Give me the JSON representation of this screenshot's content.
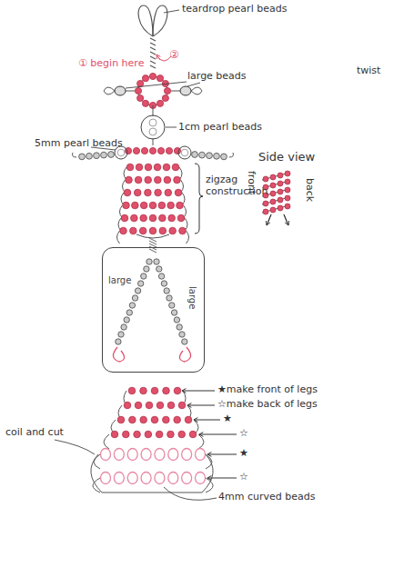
{
  "diagram": {
    "nodes": [
      {
        "text": [
          "large",
          "large"
        ]
      }
    ],
    "labels": [
      "teardrop pearl beads",
      "②",
      "① begin here",
      "large beads",
      "twist",
      "1cm pearl beads",
      "5mm pearl beads",
      "zigzag construction",
      "Side view",
      "front",
      "back",
      "★make front of legs",
      "☆make back of legs",
      "★",
      "coil and cut",
      "☆",
      "★",
      "☆",
      "4mm curved beads"
    ]
  }
}
